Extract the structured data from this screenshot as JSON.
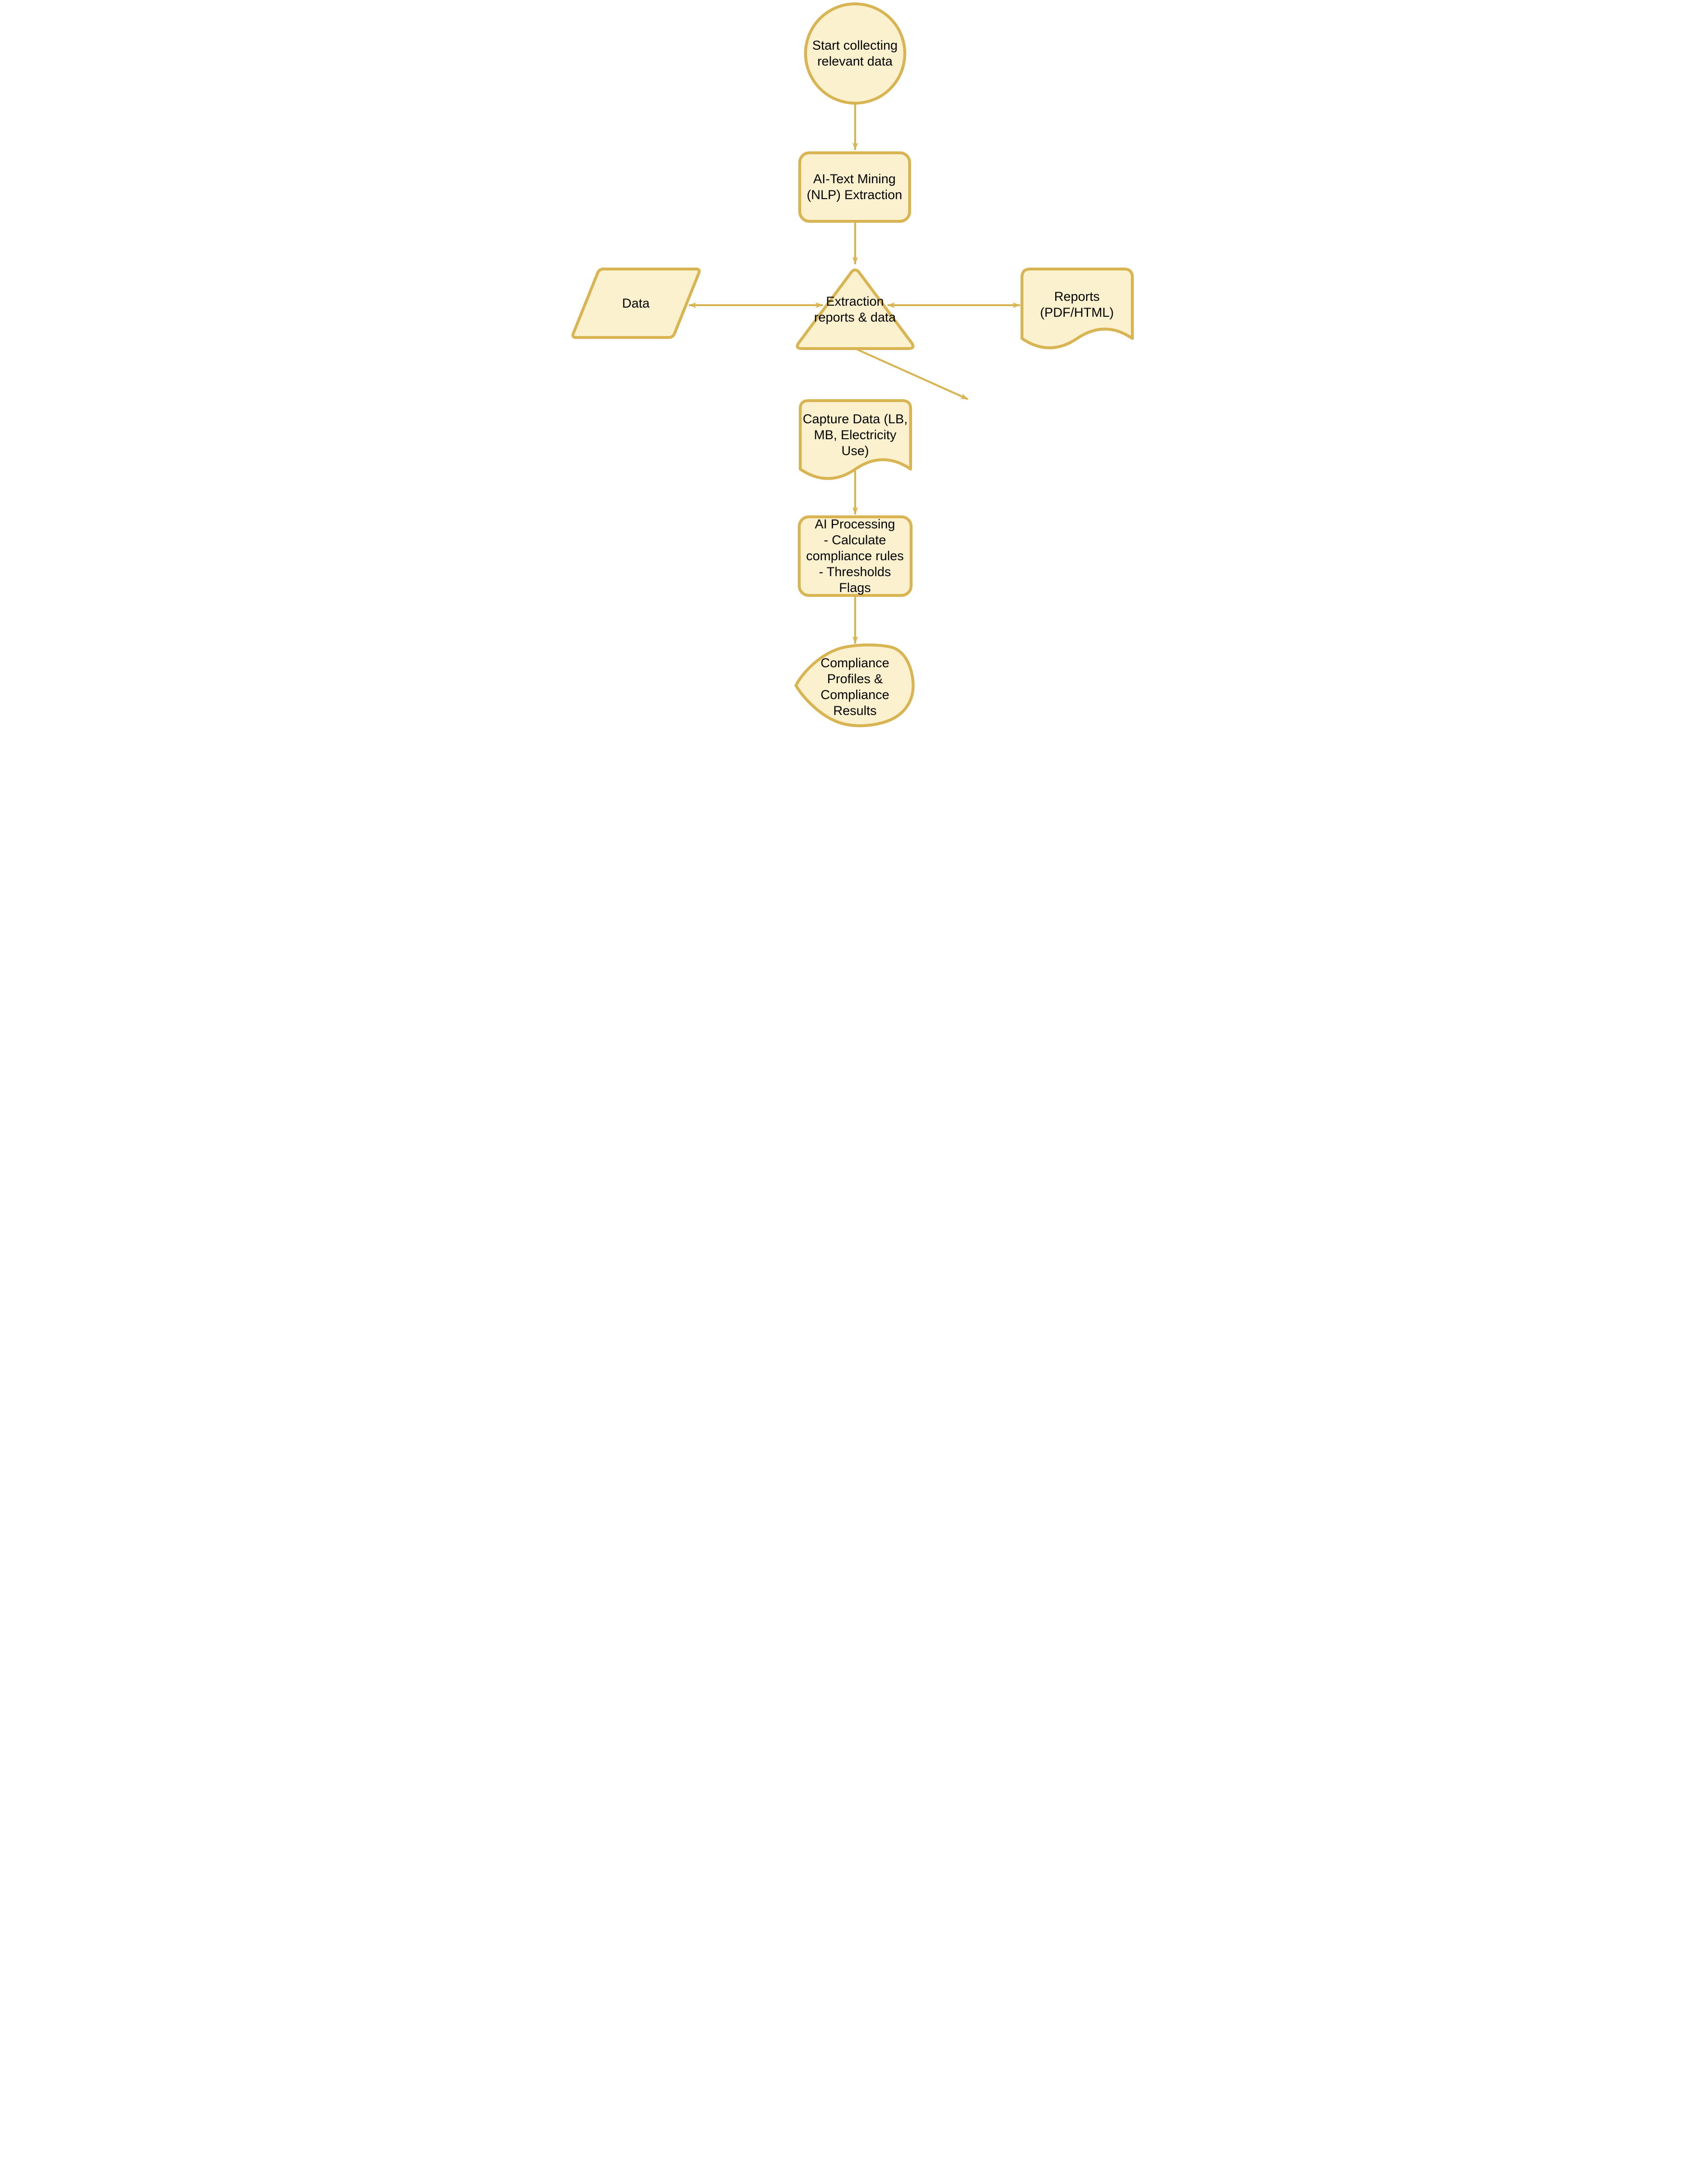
{
  "diagram": {
    "type": "flowchart",
    "background": "#FFFFFF",
    "colors": {
      "node_fill": "#FBF1CE",
      "node_stroke": "#D9B452",
      "connector": "#D9B452",
      "text": "#000000"
    },
    "nodes": [
      {
        "id": "start",
        "shape": "circle",
        "label": "Start collecting\nrelevant data"
      },
      {
        "id": "ai_text_mining",
        "shape": "rounded-rectangle",
        "label": "AI-Text Mining\n(NLP) Extraction"
      },
      {
        "id": "extraction_hub",
        "shape": "triangle",
        "label": "Extraction\nreports & data"
      },
      {
        "id": "data",
        "shape": "parallelogram",
        "label": "Data"
      },
      {
        "id": "reports",
        "shape": "document",
        "label": "Reports\n(PDF/HTML)"
      },
      {
        "id": "capture_data",
        "shape": "document",
        "label": "Capture Data (LB,\nMB, Electricity\nUse)"
      },
      {
        "id": "ai_processing",
        "shape": "rounded-rectangle",
        "label": "AI Processing\n- Calculate\ncompliance rules\n- Thresholds\nFlags"
      },
      {
        "id": "results",
        "shape": "irregular-blob",
        "label": "Compliance\nProfiles &\nCompliance\nResults"
      }
    ],
    "edges": [
      {
        "from": "start",
        "to": "ai_text_mining",
        "direction": "down",
        "arrowheads": "single"
      },
      {
        "from": "ai_text_mining",
        "to": "extraction_hub",
        "direction": "down",
        "arrowheads": "single"
      },
      {
        "from": "extraction_hub",
        "to": "data",
        "direction": "left",
        "arrowheads": "double"
      },
      {
        "from": "extraction_hub",
        "to": "reports",
        "direction": "right",
        "arrowheads": "double"
      },
      {
        "from": "extraction_hub",
        "to": "capture_data",
        "direction": "down",
        "arrowheads": "single"
      },
      {
        "from": "capture_data",
        "to": "ai_processing",
        "direction": "down",
        "arrowheads": "single"
      },
      {
        "from": "ai_processing",
        "to": "results",
        "direction": "down",
        "arrowheads": "single"
      }
    ]
  }
}
